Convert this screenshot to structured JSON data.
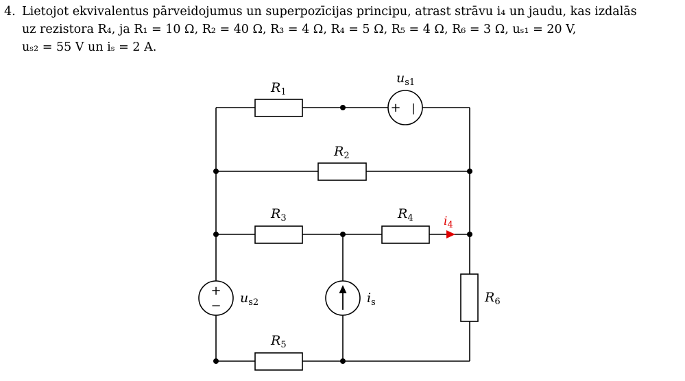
{
  "problem": {
    "number": "4.",
    "line1": "Lietojot ekvivalentus pārveidojumus un superpozīcijas principu, atrast strāvu i₄ un jaudu, kas izdalās",
    "line2": "uz rezistora R₄, ja R₁ = 10 Ω, R₂ = 40 Ω, R₃ = 4 Ω, R₄ = 5 Ω, R₅ = 4 Ω, R₆ = 3 Ω, uₛ₁ = 20 V,",
    "line3": "uₛ₂ = 55 V un iₛ = 2 A."
  },
  "circuit": {
    "labels": {
      "r1": "R",
      "r1_sub": "1",
      "r2": "R",
      "r2_sub": "2",
      "r3": "R",
      "r3_sub": "3",
      "r4": "R",
      "r4_sub": "4",
      "r5": "R",
      "r5_sub": "5",
      "r6": "R",
      "r6_sub": "6",
      "us1": "u",
      "us1_sub": "s1",
      "us2": "u",
      "us2_sub": "s2",
      "is": "i",
      "is_sub": "s",
      "i4": "i",
      "i4_sub": "4"
    },
    "source_signs": {
      "plus": "+",
      "minus": "−",
      "bar": "|"
    },
    "colors": {
      "current_arrow": "#e00000",
      "wire": "#000000"
    }
  }
}
